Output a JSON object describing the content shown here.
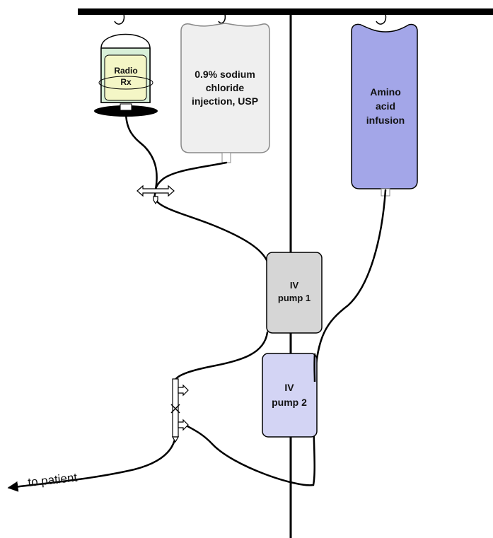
{
  "containers": {
    "radio": {
      "line1": "Radio",
      "line2": "Rx"
    },
    "saline": {
      "line1": "0.9% sodium",
      "line2": "chloride",
      "line3": "injection, USP"
    },
    "amino": {
      "line1": "Amino",
      "line2": "acid",
      "line3": "infusion"
    }
  },
  "pumps": {
    "pump1": {
      "line1": "IV",
      "line2": "pump 1"
    },
    "pump2": {
      "line1": "IV",
      "line2": "pump 2"
    }
  },
  "outlet": {
    "label": "to patient"
  },
  "colors": {
    "radio_fill": "#f4f6c6",
    "radio_jar": "#d8efd8",
    "saline_fill": "#efefef",
    "amino_fill": "#a3a6e8",
    "pump1_fill": "#d6d6d6",
    "pump2_fill": "#d3d4f4",
    "line": "#000000"
  }
}
